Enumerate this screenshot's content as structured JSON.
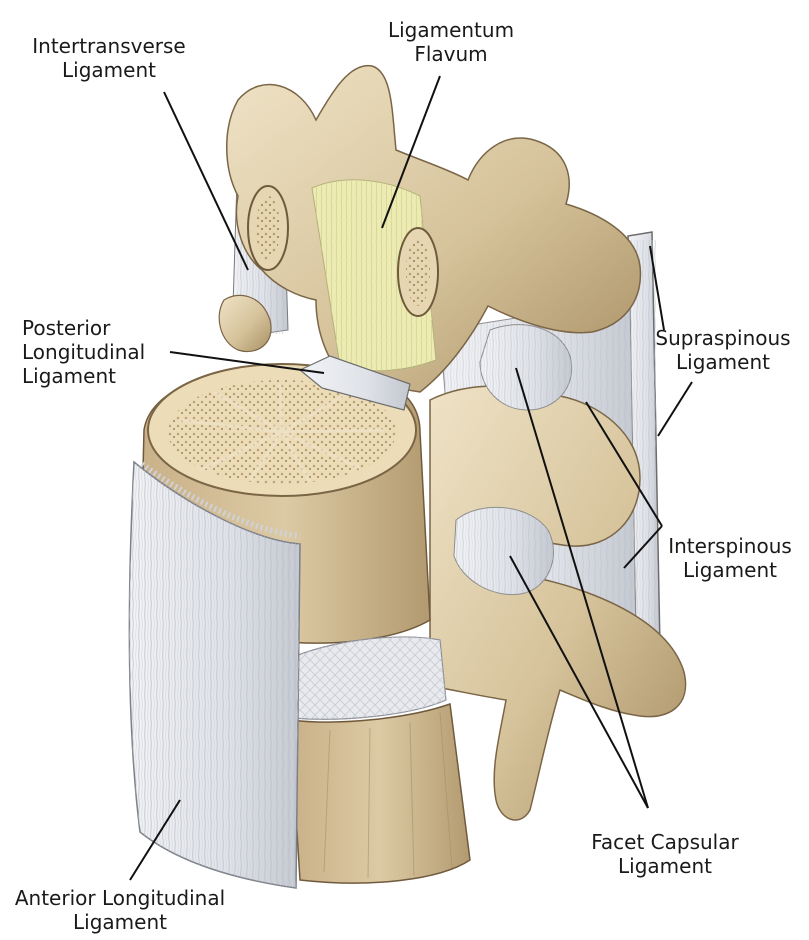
{
  "labels": {
    "intertransverse": {
      "line1": "Intertransverse",
      "line2": "Ligament"
    },
    "ligamentum_flavum": {
      "line1": "Ligamentum",
      "line2": "Flavum"
    },
    "posterior_longitudinal": {
      "line1": "Posterior",
      "line2": "Longitudinal",
      "line3": "Ligament"
    },
    "supraspinous": {
      "line1": "Supraspinous",
      "line2": "Ligament"
    },
    "interspinous": {
      "line1": "Interspinous",
      "line2": "Ligament"
    },
    "facet_capsular": {
      "line1": "Facet Capsular",
      "line2": "Ligament"
    },
    "anterior_longitudinal": {
      "line1": "Anterior Longitudinal",
      "line2": "Ligament"
    }
  },
  "colors": {
    "bone": "#d9c9a6",
    "bone_shadow": "#a8926b",
    "ligament": "#e4e6ea",
    "flavum": "#e9e8a8",
    "leader": "#111111"
  }
}
